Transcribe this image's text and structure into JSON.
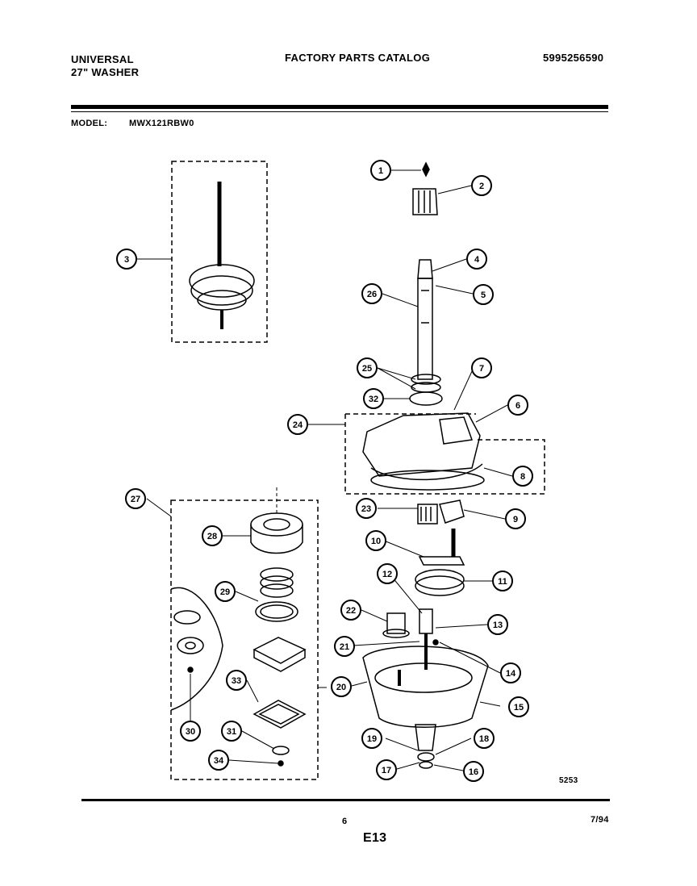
{
  "header": {
    "brand": "UNIVERSAL",
    "product": "27\" WASHER",
    "catalog_title": "FACTORY PARTS CATALOG",
    "catalog_number": "5995256590",
    "model_label": "MODEL:",
    "model_number": "MWX121RBW0"
  },
  "diagram": {
    "drawing_number": "5253",
    "callouts": [
      "1",
      "2",
      "3",
      "4",
      "5",
      "6",
      "7",
      "8",
      "9",
      "10",
      "11",
      "12",
      "13",
      "14",
      "15",
      "16",
      "17",
      "18",
      "19",
      "20",
      "21",
      "22",
      "23",
      "24",
      "25",
      "26",
      "27",
      "28",
      "29",
      "30",
      "31",
      "32",
      "33",
      "34",
      "6"
    ]
  },
  "footer": {
    "page_number": "6",
    "section_code": "E13",
    "date": "7/94"
  }
}
